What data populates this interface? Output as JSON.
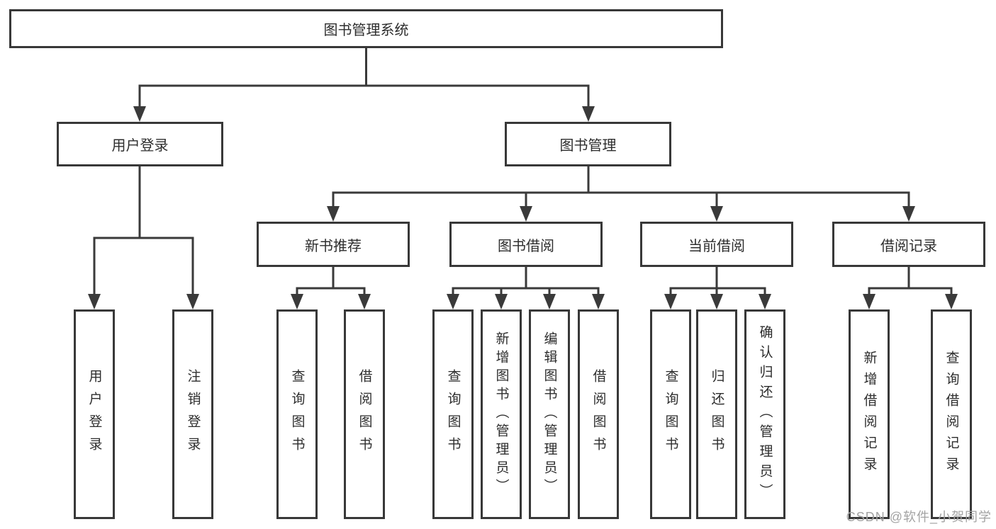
{
  "diagram": {
    "type": "hierarchy",
    "title": "图书管理系统",
    "root": {
      "label": "图书管理系统"
    },
    "branches": [
      {
        "label": "用户登录",
        "children": [
          {
            "label": "用户登录"
          },
          {
            "label": "注销登录"
          }
        ]
      },
      {
        "label": "图书管理",
        "children": [
          {
            "label": "新书推荐",
            "children": [
              {
                "label": "查询图书"
              },
              {
                "label": "借阅图书"
              }
            ]
          },
          {
            "label": "图书借阅",
            "children": [
              {
                "label": "查询图书"
              },
              {
                "label": "新增图书（管理员）"
              },
              {
                "label": "编辑图书（管理员）"
              },
              {
                "label": "借阅图书"
              }
            ]
          },
          {
            "label": "当前借阅",
            "children": [
              {
                "label": "查询图书"
              },
              {
                "label": "归还图书"
              },
              {
                "label": "确认归还（管理员）"
              }
            ]
          },
          {
            "label": "借阅记录",
            "children": [
              {
                "label": "新增借阅记录"
              },
              {
                "label": "查询借阅记录"
              }
            ]
          }
        ]
      }
    ],
    "watermark": "CSDN @软件_小贺同学",
    "colors": {
      "line": "#3a3a3a",
      "box_border": "#383838",
      "box_fill": "#ffffff",
      "text": "#2d2d2d",
      "watermark": "#a3a3a3",
      "background": "#ffffff"
    }
  }
}
